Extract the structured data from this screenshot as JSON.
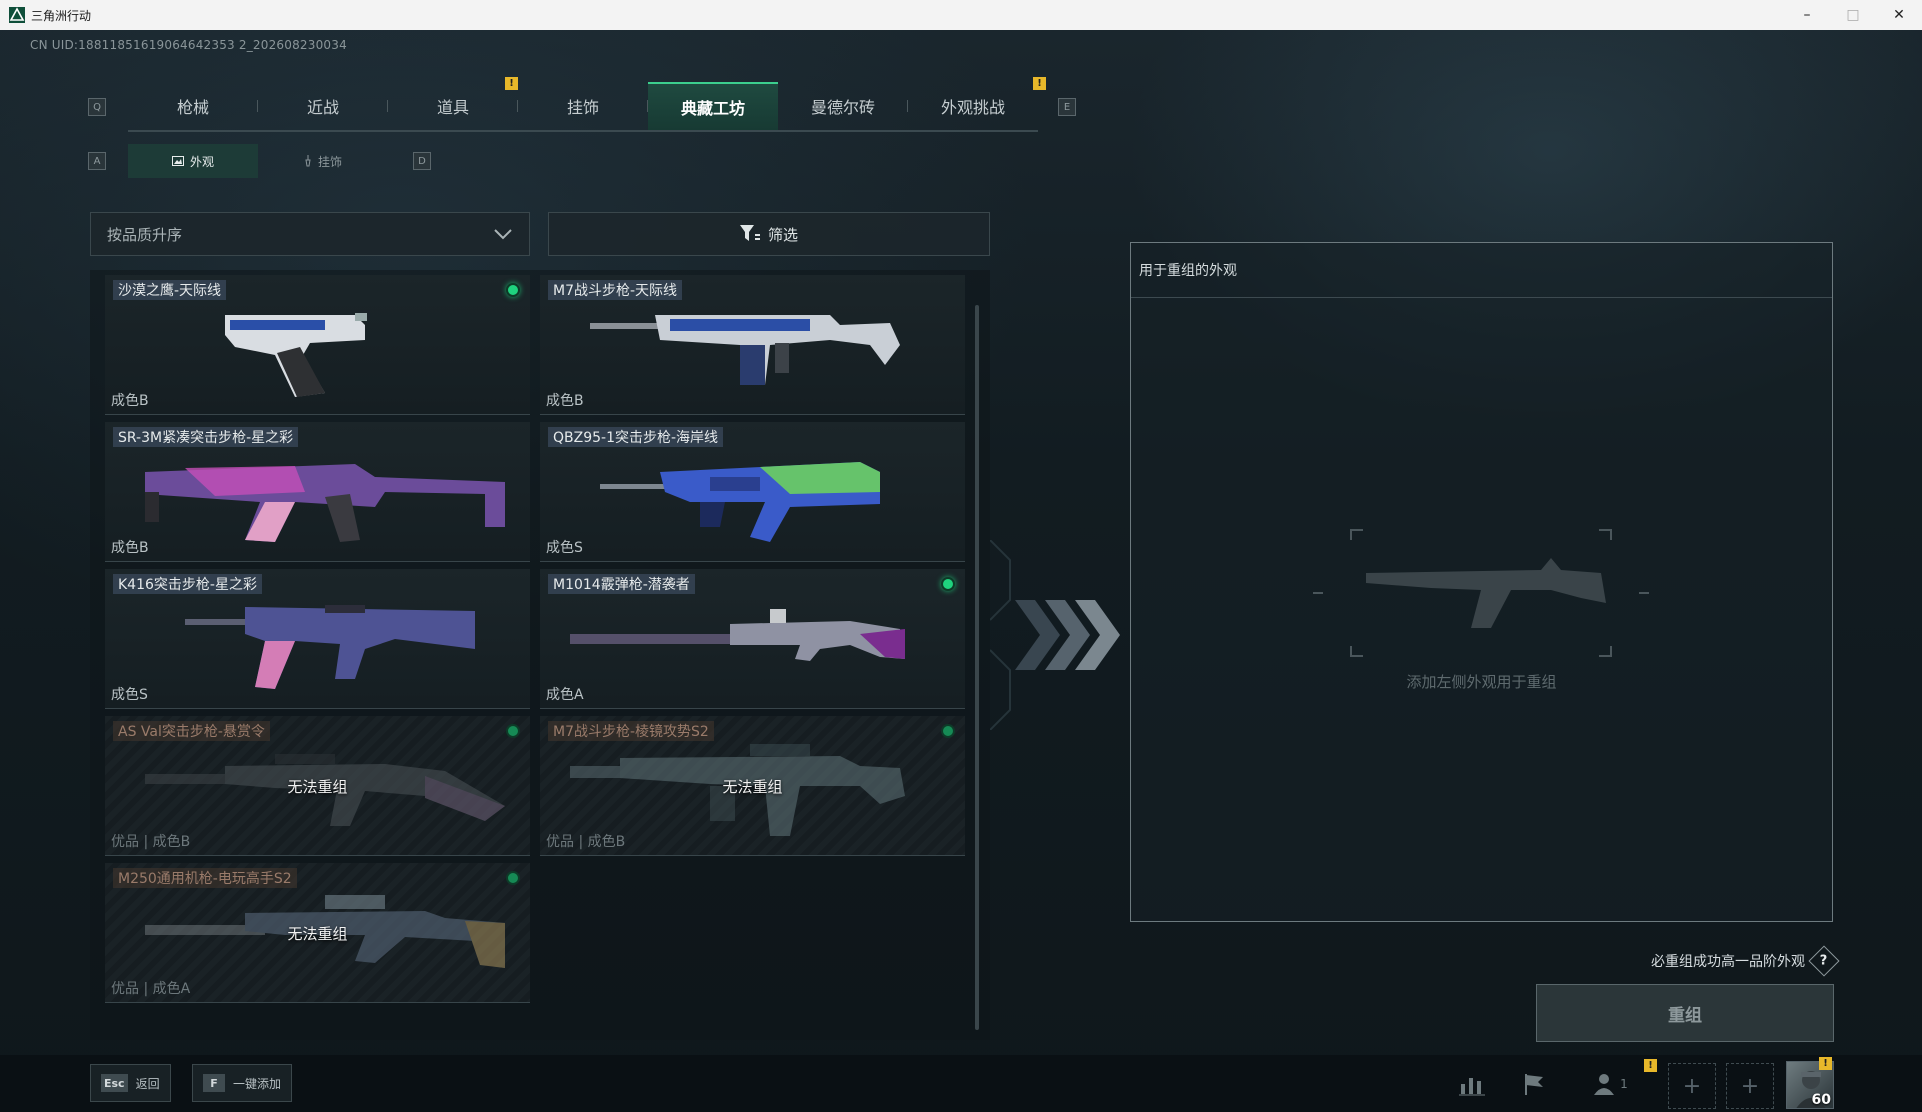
{
  "window": {
    "title": "三角洲行动",
    "minimize": "–",
    "maximize": "□",
    "close": "✕"
  },
  "uid": "CN UID:18811851619064642353 2_202608230034",
  "tabs": {
    "left_key": "Q",
    "right_key": "E",
    "items": [
      {
        "label": "枪械"
      },
      {
        "label": "近战"
      },
      {
        "label": "道具",
        "alert": "!"
      },
      {
        "label": "挂饰"
      },
      {
        "label": "典藏工坊",
        "active": true
      },
      {
        "label": "曼德尔砖"
      },
      {
        "label": "外观挑战",
        "alert": "!"
      }
    ]
  },
  "subtabs": {
    "left_key": "A",
    "right_key": "D",
    "items": [
      {
        "label": "外观",
        "active": true
      },
      {
        "label": "挂饰"
      }
    ]
  },
  "sort": {
    "label": "按品质升序"
  },
  "filter": {
    "label": "筛选"
  },
  "cards": [
    {
      "name": "沙漠之鹰-天际线",
      "grade": "成色B",
      "status": true
    },
    {
      "name": "M7战斗步枪-天际线",
      "grade": "成色B"
    },
    {
      "name": "SR-3M紧凑突击步枪-星之彩",
      "grade": "成色B"
    },
    {
      "name": "QBZ95-1突击步枪-海岸线",
      "grade": "成色S"
    },
    {
      "name": "K416突击步枪-星之彩",
      "grade": "成色S"
    },
    {
      "name": "M1014霰弹枪-潜袭者",
      "grade": "成色A",
      "status": true
    },
    {
      "name": "AS Val突击步枪-悬赏令",
      "grade": "优品 | 成色B",
      "locked": "无法重组",
      "status": true
    },
    {
      "name": "M7战斗步枪-棱镜攻势S2",
      "grade": "优品 | 成色B",
      "locked": "无法重组",
      "status": true
    },
    {
      "name": "M250通用机枪-电玩高手S2",
      "grade": "优品 | 成色A",
      "locked": "无法重组",
      "status": true
    }
  ],
  "right_panel": {
    "header": "用于重组的外观",
    "placeholder": "添加左侧外观用于重组"
  },
  "hint": {
    "text": "必重组成功高一品阶外观",
    "help": "?"
  },
  "recombine": {
    "label": "重组"
  },
  "bottom": {
    "esc_key": "Esc",
    "esc_label": "返回",
    "f_key": "F",
    "f_label": "一键添加",
    "squad_count": "1",
    "player_level": "60",
    "slot_symbol": "+"
  },
  "colors": {
    "accent_green": "#3ccf8e",
    "alert_yellow": "#e8b82a",
    "status_dot": "#1fd27e"
  }
}
